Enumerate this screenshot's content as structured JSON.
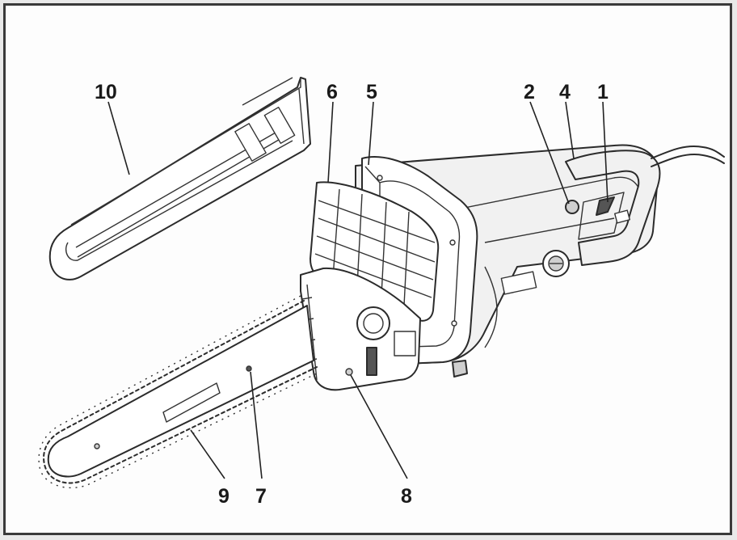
{
  "figure": {
    "callouts": [
      {
        "id": "c1",
        "label": "1"
      },
      {
        "id": "c2",
        "label": "2"
      },
      {
        "id": "c4",
        "label": "4"
      },
      {
        "id": "c5",
        "label": "5"
      },
      {
        "id": "c6",
        "label": "6"
      },
      {
        "id": "c7",
        "label": "7"
      },
      {
        "id": "c8",
        "label": "8"
      },
      {
        "id": "c9",
        "label": "9"
      },
      {
        "id": "c10",
        "label": "10"
      }
    ]
  },
  "colors": {
    "line": "#2b2b2b",
    "paper": "#fdfdfd",
    "frame": "#3a3a3a"
  }
}
